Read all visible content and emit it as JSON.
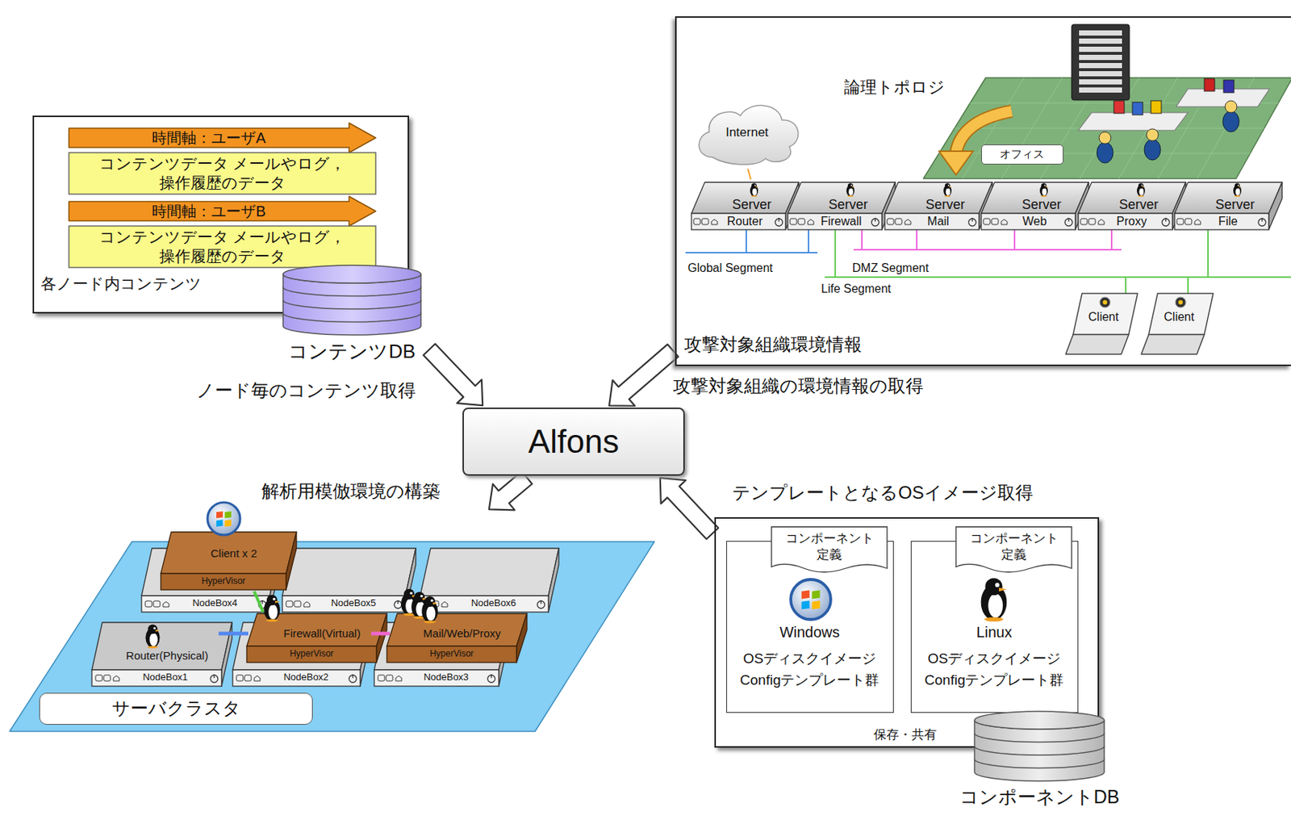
{
  "diagram": {
    "nodes": [
      {
        "text": [
          "各ノード内コンテンツ"
        ]
      },
      {
        "text": [
          "時間軸：ユーザA"
        ],
        "in": 0
      },
      {
        "text": [
          "コンテンツデータ メールやログ，操作履歴のデータ"
        ],
        "in": 0
      },
      {
        "text": [
          "時間軸：ユーザB"
        ],
        "in": 0
      },
      {
        "text": [
          "コンテンツデータ メールやログ，操作履歴のデータ"
        ],
        "in": 0
      },
      {
        "text": [
          "コンテンツDB"
        ]
      },
      {
        "text": [
          "Alfons"
        ]
      },
      {
        "text": [
          "攻撃対象組織環境情報"
        ]
      },
      {
        "text": [
          "Internet"
        ],
        "in": 7
      },
      {
        "text": [
          "Server",
          "Router"
        ],
        "in": 7
      },
      {
        "text": [
          "Server",
          "Firewall"
        ],
        "in": 7
      },
      {
        "text": [
          "Server",
          "Mail"
        ],
        "in": 7
      },
      {
        "text": [
          "Server",
          "Web"
        ],
        "in": 7
      },
      {
        "text": [
          "Server",
          "Proxy"
        ],
        "in": 7
      },
      {
        "text": [
          "Server",
          "File"
        ],
        "in": 7
      },
      {
        "text": [
          "Client"
        ],
        "in": 7
      },
      {
        "text": [
          "Client"
        ],
        "in": 7
      },
      {
        "text": [
          "オフィス"
        ],
        "in": 7
      },
      {
        "text": [
          "サーバクラスタ"
        ]
      },
      {
        "text": [
          "NodeBox4"
        ],
        "in": 18
      },
      {
        "text": [
          "NodeBox5"
        ],
        "in": 18
      },
      {
        "text": [
          "NodeBox6"
        ],
        "in": 18
      },
      {
        "text": [
          "Router(Physical)",
          "NodeBox1"
        ],
        "in": 18
      },
      {
        "text": [
          "NodeBox2"
        ],
        "in": 18
      },
      {
        "text": [
          "NodeBox3"
        ],
        "in": 18
      },
      {
        "text": [
          "Client x 2",
          "HyperVisor"
        ],
        "in": 18
      },
      {
        "text": [
          "Firewall(Virtual)",
          "HyperVisor"
        ],
        "in": 18
      },
      {
        "text": [
          "Mail/Web/Proxy",
          "HyperVisor"
        ],
        "in": 18
      },
      {
        "text": [
          "保存・共有"
        ]
      },
      {
        "text": [
          "コンポーネント 定義",
          "Windows",
          "OSディスクイメージ Configテンプレート群"
        ],
        "in": 28
      },
      {
        "text": [
          "コンポーネント 定義",
          "Linux",
          "OSディスクイメージ Configテンプレート群"
        ],
        "in": 28
      },
      {
        "text": [
          "コンポーネントDB"
        ]
      }
    ],
    "edges": [
      {
        "from": 5,
        "to": 6,
        "arrow": "to",
        "label": "ノード毎のコンテンツ取得"
      },
      {
        "from": 7,
        "to": 6,
        "arrow": "to",
        "label": "攻撃対象組織の環境情報の取得"
      },
      {
        "from": 6,
        "to": 18,
        "arrow": "to",
        "label": "解析用模倣環境の構築"
      },
      {
        "from": 28,
        "to": 6,
        "arrow": "to",
        "label": "テンプレートとなるOSイメージ取得"
      },
      {
        "from": 8,
        "to": 9,
        "arrow": "none"
      }
    ],
    "labels": [
      "論理トポロジ",
      "Global Segment",
      "DMZ Segment",
      "Life Segment"
    ]
  }
}
